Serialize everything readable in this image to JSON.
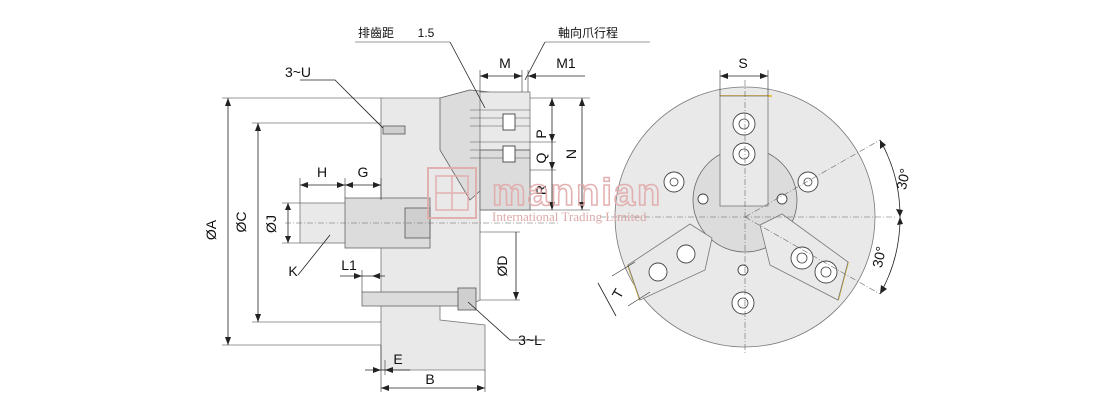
{
  "labels": {
    "dia_a": "ØA",
    "dia_c": "ØC",
    "dia_j": "ØJ",
    "dia_d": "ØD",
    "h": "H",
    "g": "G",
    "k": "K",
    "l1": "L1",
    "e": "E",
    "b": "B",
    "m": "M",
    "m1": "M1",
    "p": "P",
    "q": "Q",
    "r": "R",
    "n": "N",
    "u_holes": "3~U",
    "l_holes": "3~L",
    "s": "S",
    "t": "T",
    "angle_top": "30°",
    "angle_bottom": "30°",
    "tooth_pitch": "排齒距",
    "tooth_pitch_value": "1.5",
    "jaw_stroke": "軸向爪行程"
  },
  "watermark": {
    "brand": "mannian",
    "subtitle": "International Trading Limited"
  },
  "colors": {
    "body": "#e9e9e9",
    "line": "#222222",
    "watermark": "#e2aaaa",
    "jaw_edge": "#e6c04a"
  }
}
